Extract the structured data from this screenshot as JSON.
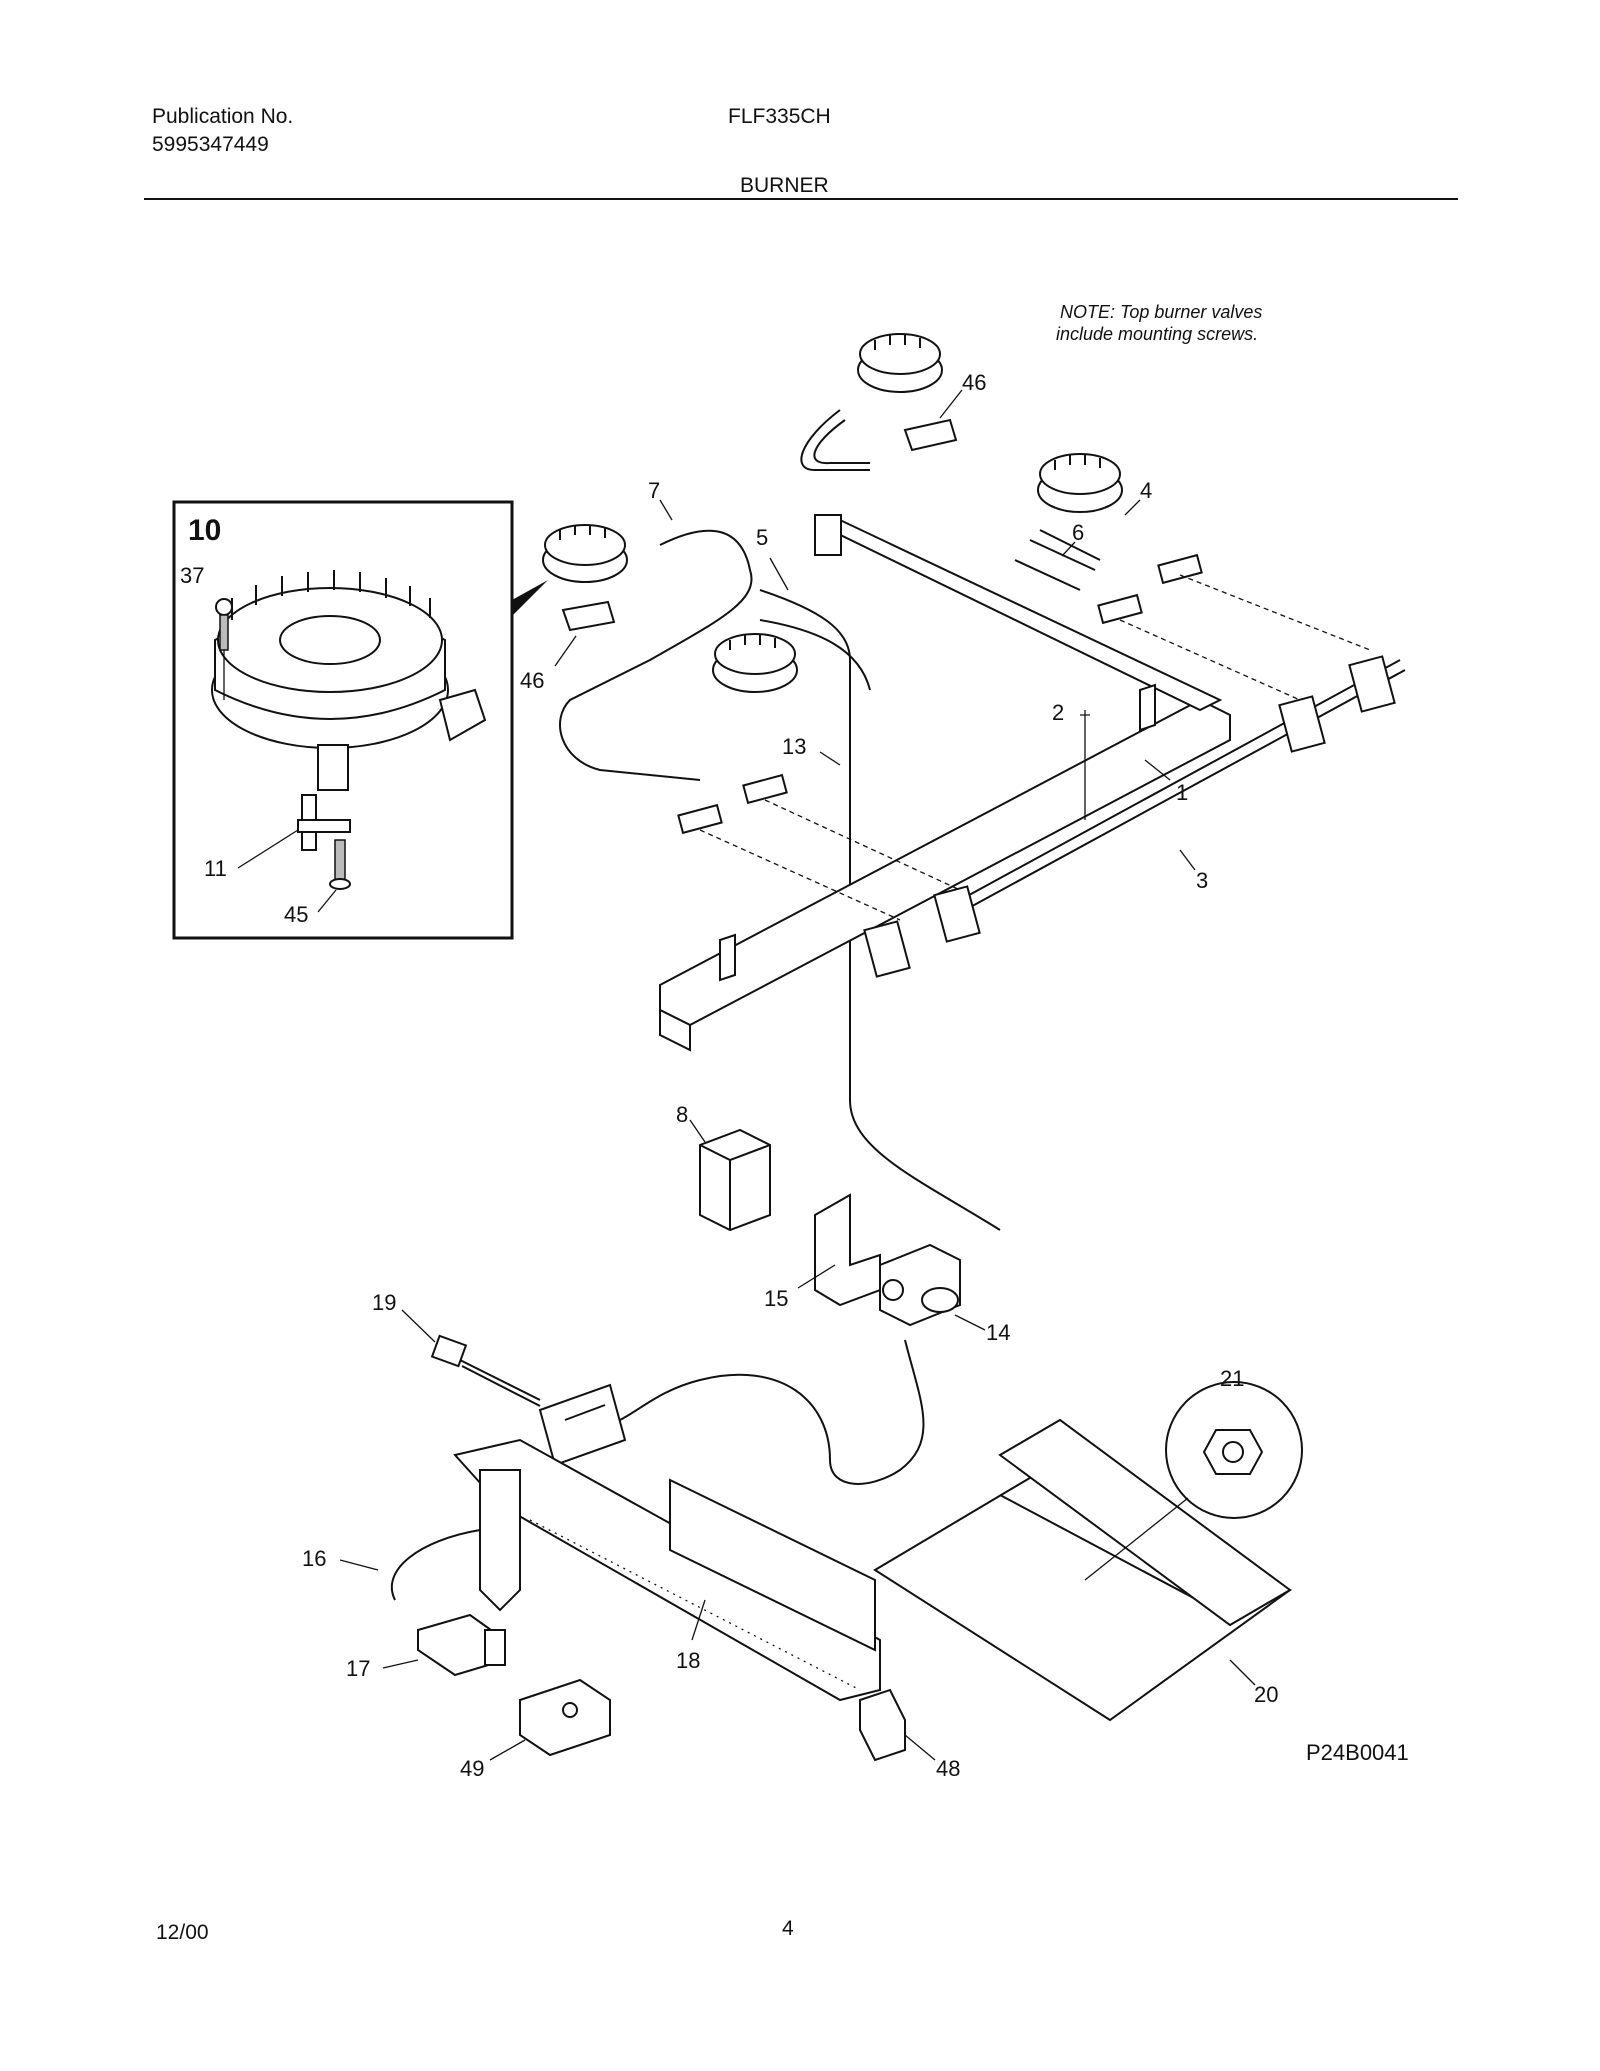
{
  "header": {
    "publication_label": "Publication No.",
    "publication_number": "5995347449",
    "model": "FLF335CH",
    "section_title": "BURNER"
  },
  "note": {
    "line1": "NOTE: Top burner valves",
    "line2": "include mounting screws."
  },
  "inset": {
    "label": "10",
    "callouts": [
      "37",
      "11",
      "45"
    ]
  },
  "callouts": {
    "c1": "1",
    "c2": "2",
    "c3": "3",
    "c4": "4",
    "c5": "5",
    "c6": "6",
    "c7": "7",
    "c8": "8",
    "c13": "13",
    "c14": "14",
    "c15": "15",
    "c16": "16",
    "c17": "17",
    "c18": "18",
    "c19": "19",
    "c20": "20",
    "c21": "21",
    "c46a": "46",
    "c46b": "46",
    "c48": "48",
    "c49": "49"
  },
  "diagram_code": "P24B0041",
  "footer": {
    "date": "12/00",
    "page_number": "4"
  }
}
